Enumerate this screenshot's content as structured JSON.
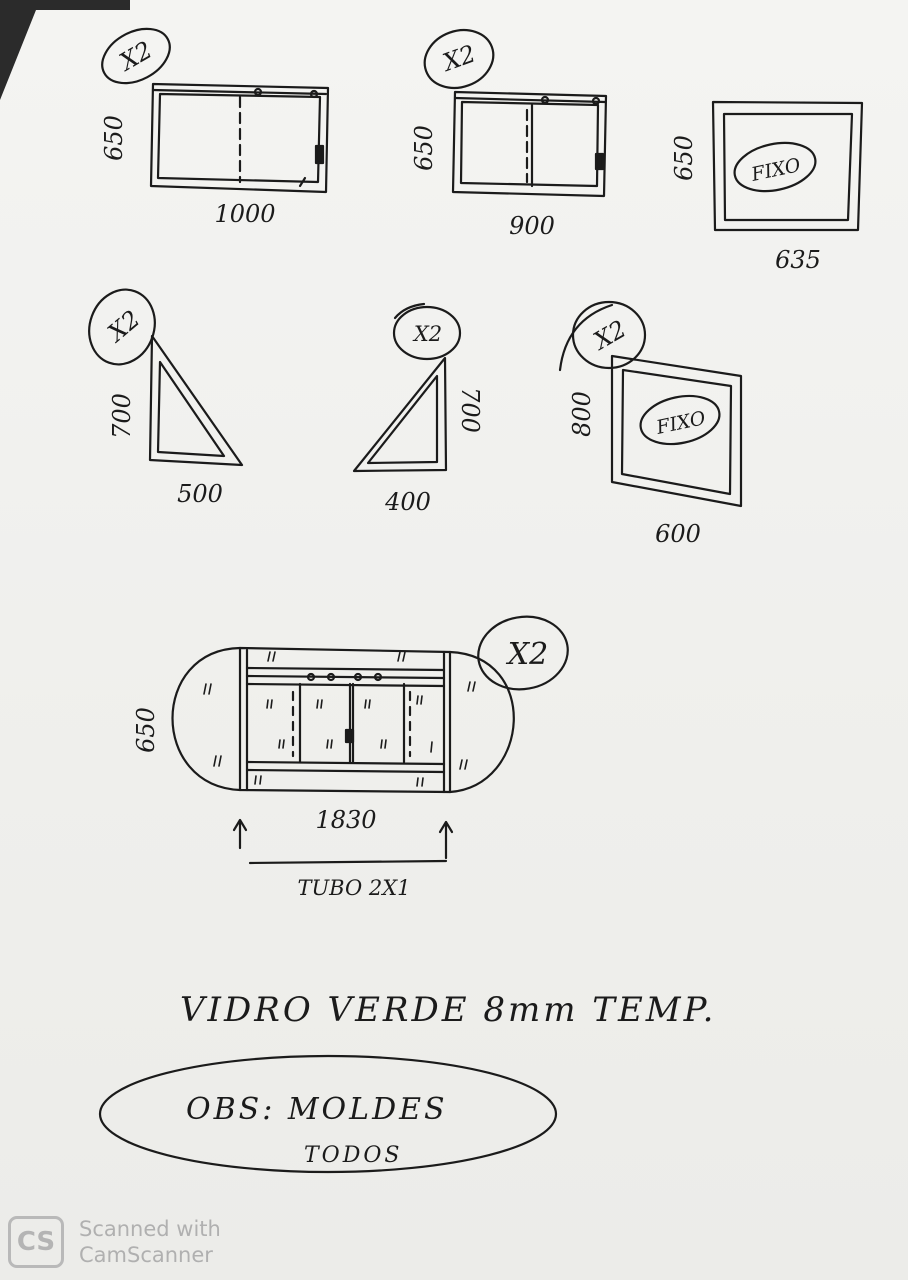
{
  "diagram": {
    "windows": [
      {
        "id": "w1",
        "qty": "X2",
        "height": "650",
        "width": "1000"
      },
      {
        "id": "w2",
        "qty": "X2",
        "height": "650",
        "width": "900"
      },
      {
        "id": "w3",
        "qty": "",
        "height": "650",
        "width": "635",
        "label": "FIXO"
      },
      {
        "id": "t1",
        "qty": "X2",
        "height": "700",
        "width": "500"
      },
      {
        "id": "t2",
        "qty": "X2",
        "height": "700",
        "width": "400"
      },
      {
        "id": "w4",
        "qty": "X2",
        "height": "800",
        "width": "600",
        "label": "FIXO"
      },
      {
        "id": "w5",
        "qty": "X2",
        "height": "650",
        "width": "1830",
        "tube": "TUBO 2X1"
      }
    ],
    "glass_note": "VIDRO VERDE 8mm TEMP.",
    "obs_line1": "OBS: MOLDES",
    "obs_line2": "TODOS"
  },
  "watermark": {
    "logo": "CS",
    "line1": "Scanned with",
    "line2": "CamScanner"
  }
}
